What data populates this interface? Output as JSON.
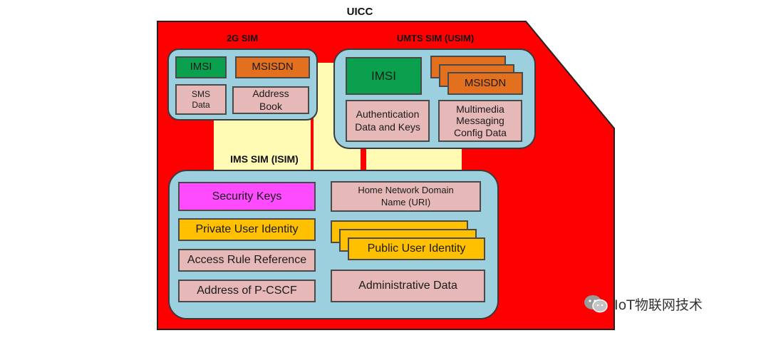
{
  "title": "UICC",
  "sim2g": {
    "label": "2G SIM",
    "imsi": "IMSI",
    "msisdn": "MSISDN",
    "sms_line1": "SMS",
    "sms_line2": "Data",
    "addr_line1": "Address",
    "addr_line2": "Book"
  },
  "usim": {
    "label": "UMTS SIM (USIM)",
    "imsi": "IMSI",
    "msisdn": "MSISDN",
    "auth_line1": "Authentication",
    "auth_line2": "Data and Keys",
    "mms_line1": "Multimedia",
    "mms_line2": "Messaging",
    "mms_line3": "Config Data"
  },
  "isim": {
    "label": "IMS SIM (ISIM)",
    "security_keys": "Security Keys",
    "private_user_identity": "Private User Identity",
    "access_rule_reference": "Access Rule Reference",
    "address_pcscf": "Address of P-CSCF",
    "home_domain_line1": "Home Network Domain",
    "home_domain_line2": "Name (URI)",
    "public_user_identity": "Public User Identity",
    "administrative_data": "Administrative Data"
  },
  "watermark": {
    "text": "IoT物联网技术"
  },
  "colors": {
    "card_red": "#ff0000",
    "app_blue": "#9dd0df",
    "band_yellow": "#fffab4",
    "imsi_green": "#0aa04e",
    "msisdn_orange": "#e2701e",
    "data_pink": "#e6b9b8",
    "security_magenta": "#ff4bff",
    "identity_gold": "#ffc000"
  }
}
